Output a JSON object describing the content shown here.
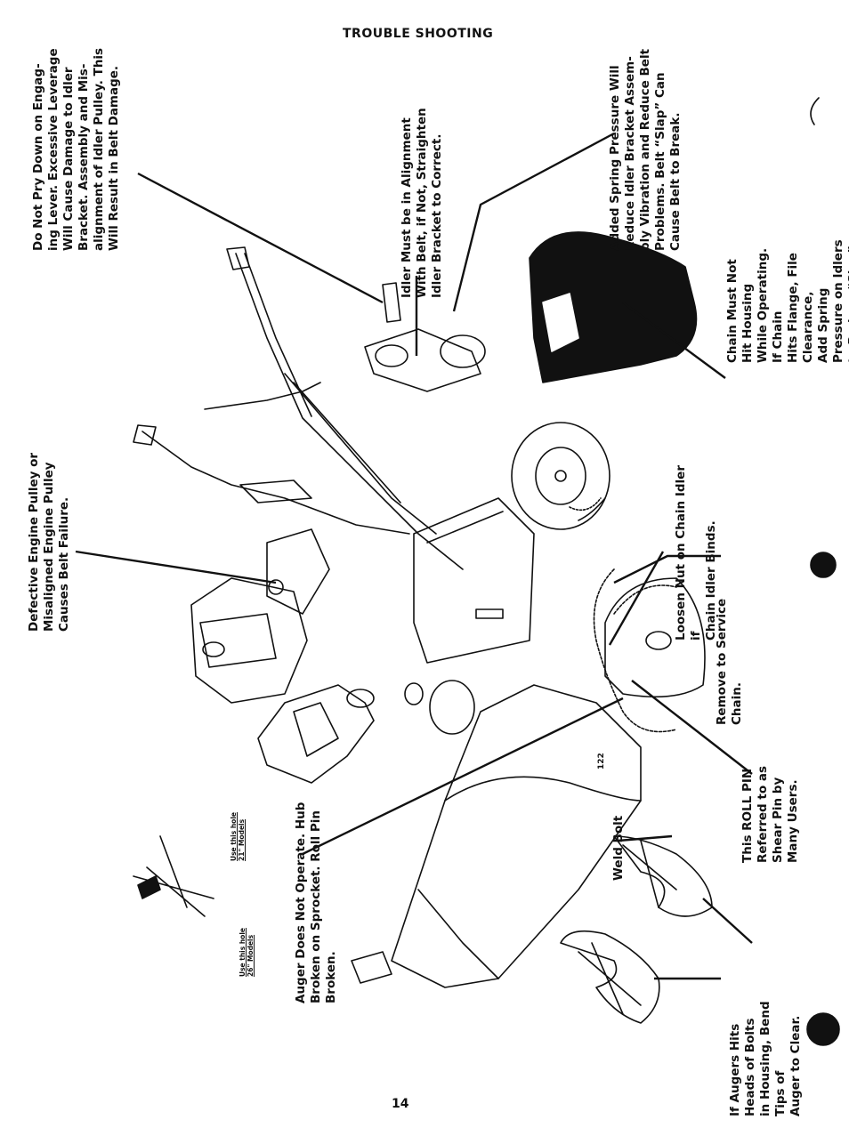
{
  "page": {
    "title": "TROUBLE SHOOTING",
    "page_number": "14"
  },
  "callouts": {
    "pry": "Do Not Pry Down on Engag-\ning Lever. Excessive Leverage\nWill Cause Damage to Idler\nBracket. Assembly and Mis-\nalignment of Idler Pulley. This\nWill Result in Belt Damage.",
    "idler_align": "Idler Must be in Alignment\nWith Belt, if Not, Straighten\nIdler Bracket to Correct.",
    "spring": "Added Spring Pressure Will\nReduce Idler Bracket Assem-\nbly Vibration and Reduce Belt\nProblems. Belt “Slap” Can\nCause Belt to Break.",
    "chain_housing": "Chain Must Not Hit Housing\nWhile Operating. If Chain\nHits Flange, File Clearance,\nAdd Spring Pressure on Idlers\nto Reduce “Slap” in Chain.",
    "engine_pulley": "Defective Engine Pulley or\nMisaligned Engine Pulley\nCauses Belt Failure.",
    "loosen_nut": "Loosen Nut on Chain Idler if\nChain Idler Binds.",
    "remove_service": "Remove to Service Chain.",
    "roll_pin": "This ROLL PIN Referred to as\nShear Pin by Many Users.",
    "weld_bolt": "Weld Bolt",
    "auger_not_operate": "Auger Does Not Operate. Hub\nBroken on Sprocket. Roll Pin\nBroken.",
    "auger_hits": "If Augers Hits Heads of Bolts\nin Housing, Bend Tips of\nAuger to Clear.",
    "hole_21": "Use this hole\n21\" Models",
    "hole_26": "Use this hole\n26\" Models",
    "part_label": "122"
  },
  "colors": {
    "ink": "#111111",
    "paper": "#ffffff"
  }
}
